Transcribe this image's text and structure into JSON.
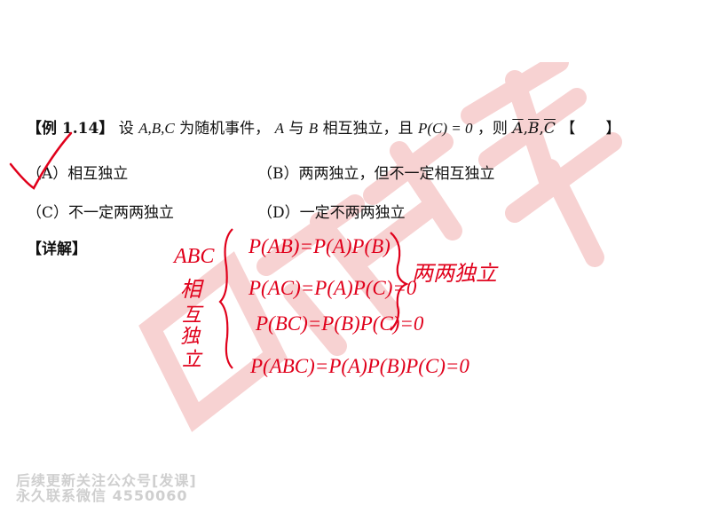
{
  "question": {
    "label": "【例 1.14】",
    "text_1": "设",
    "vars": "A,B,C",
    "text_2": "为随机事件，",
    "var_a": "A",
    "text_3": "与",
    "var_b": "B",
    "text_4": "相互独立，且",
    "prob": "P(C) = 0",
    "text_5": "，则",
    "bar_a": "A",
    "bar_b": "B",
    "bar_c": "C",
    "bracket": "【　　】"
  },
  "options": {
    "a": "（A）相互独立",
    "b": "（B）两两独立，但不一定相互独立",
    "c": "（C）不一定两两独立",
    "d": "（D）一定不两两独立"
  },
  "detail_label": "【详解】",
  "handwriting": {
    "left": [
      "ABC",
      "相",
      "互",
      "独",
      "立"
    ],
    "eq1": "P(AB)=P(A)P(B)",
    "eq2": "P(AC)=P(A)P(C)=0",
    "eq3": "P(BC)=P(B)P(C)=0",
    "eq4": "P(ABC)=P(A)P(B)P(C)=0",
    "note": "两两独立"
  },
  "footer": {
    "line1": "后续更新关注公众号[发课]",
    "line2": "永久联系微信 4550060"
  },
  "colors": {
    "ink": "#e0001b",
    "pink": "#d400d4",
    "watermark": "#f7d2d2"
  }
}
